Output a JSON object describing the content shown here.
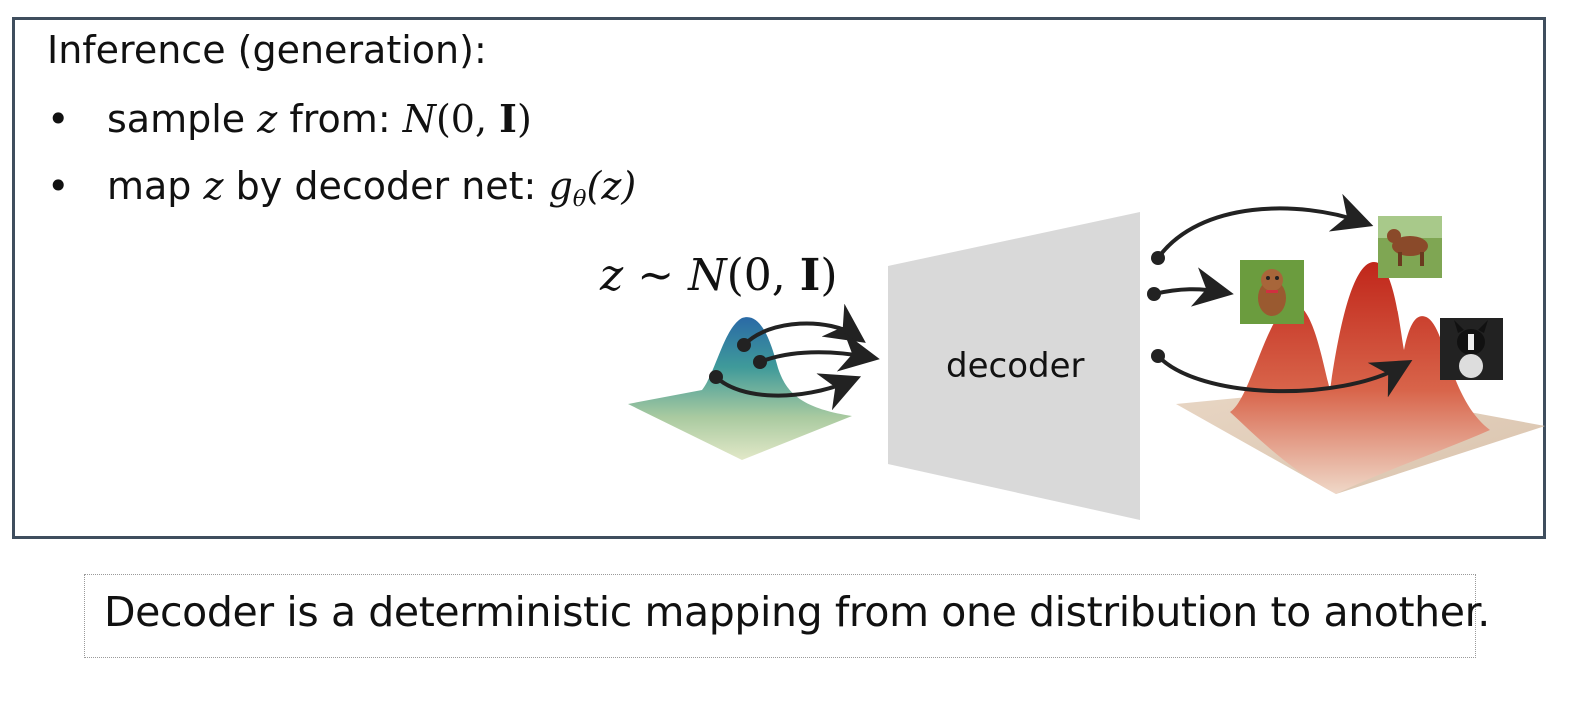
{
  "slide": {
    "heading": "Inference (generation):",
    "bullets": [
      {
        "bullet": "•",
        "prefix": "sample",
        "var": "z",
        "middle": "from:",
        "math_dist": "N",
        "math_args": "(0,",
        "math_bold": "I",
        "math_close": ")"
      },
      {
        "bullet": "•",
        "prefix": "map",
        "var": "z",
        "middle": "by decoder net:",
        "fn": "g",
        "fn_sub": "θ",
        "fn_arg": "(z)"
      }
    ],
    "latent_label": {
      "var": "z",
      "op": "∼",
      "dist": "N",
      "args": "(0,",
      "bold": "I",
      "close": ")"
    },
    "decoder_label": "decoder",
    "caption": "Decoder is a deterministic mapping from one distribution to another."
  },
  "colors": {
    "frame_border": "#3f4e5e",
    "decoder_fill": "#d9d9d9",
    "source_top": "#2a6aa6",
    "source_base": "#e2e8c8",
    "target_peak": "#c0261a",
    "target_base": "#e8d6c4",
    "arrow": "#222222"
  },
  "thumbnails": [
    {
      "name": "dog-standing-grass-thumbnail"
    },
    {
      "name": "dog-sitting-grass-thumbnail"
    },
    {
      "name": "dog-black-white-thumbnail"
    }
  ]
}
